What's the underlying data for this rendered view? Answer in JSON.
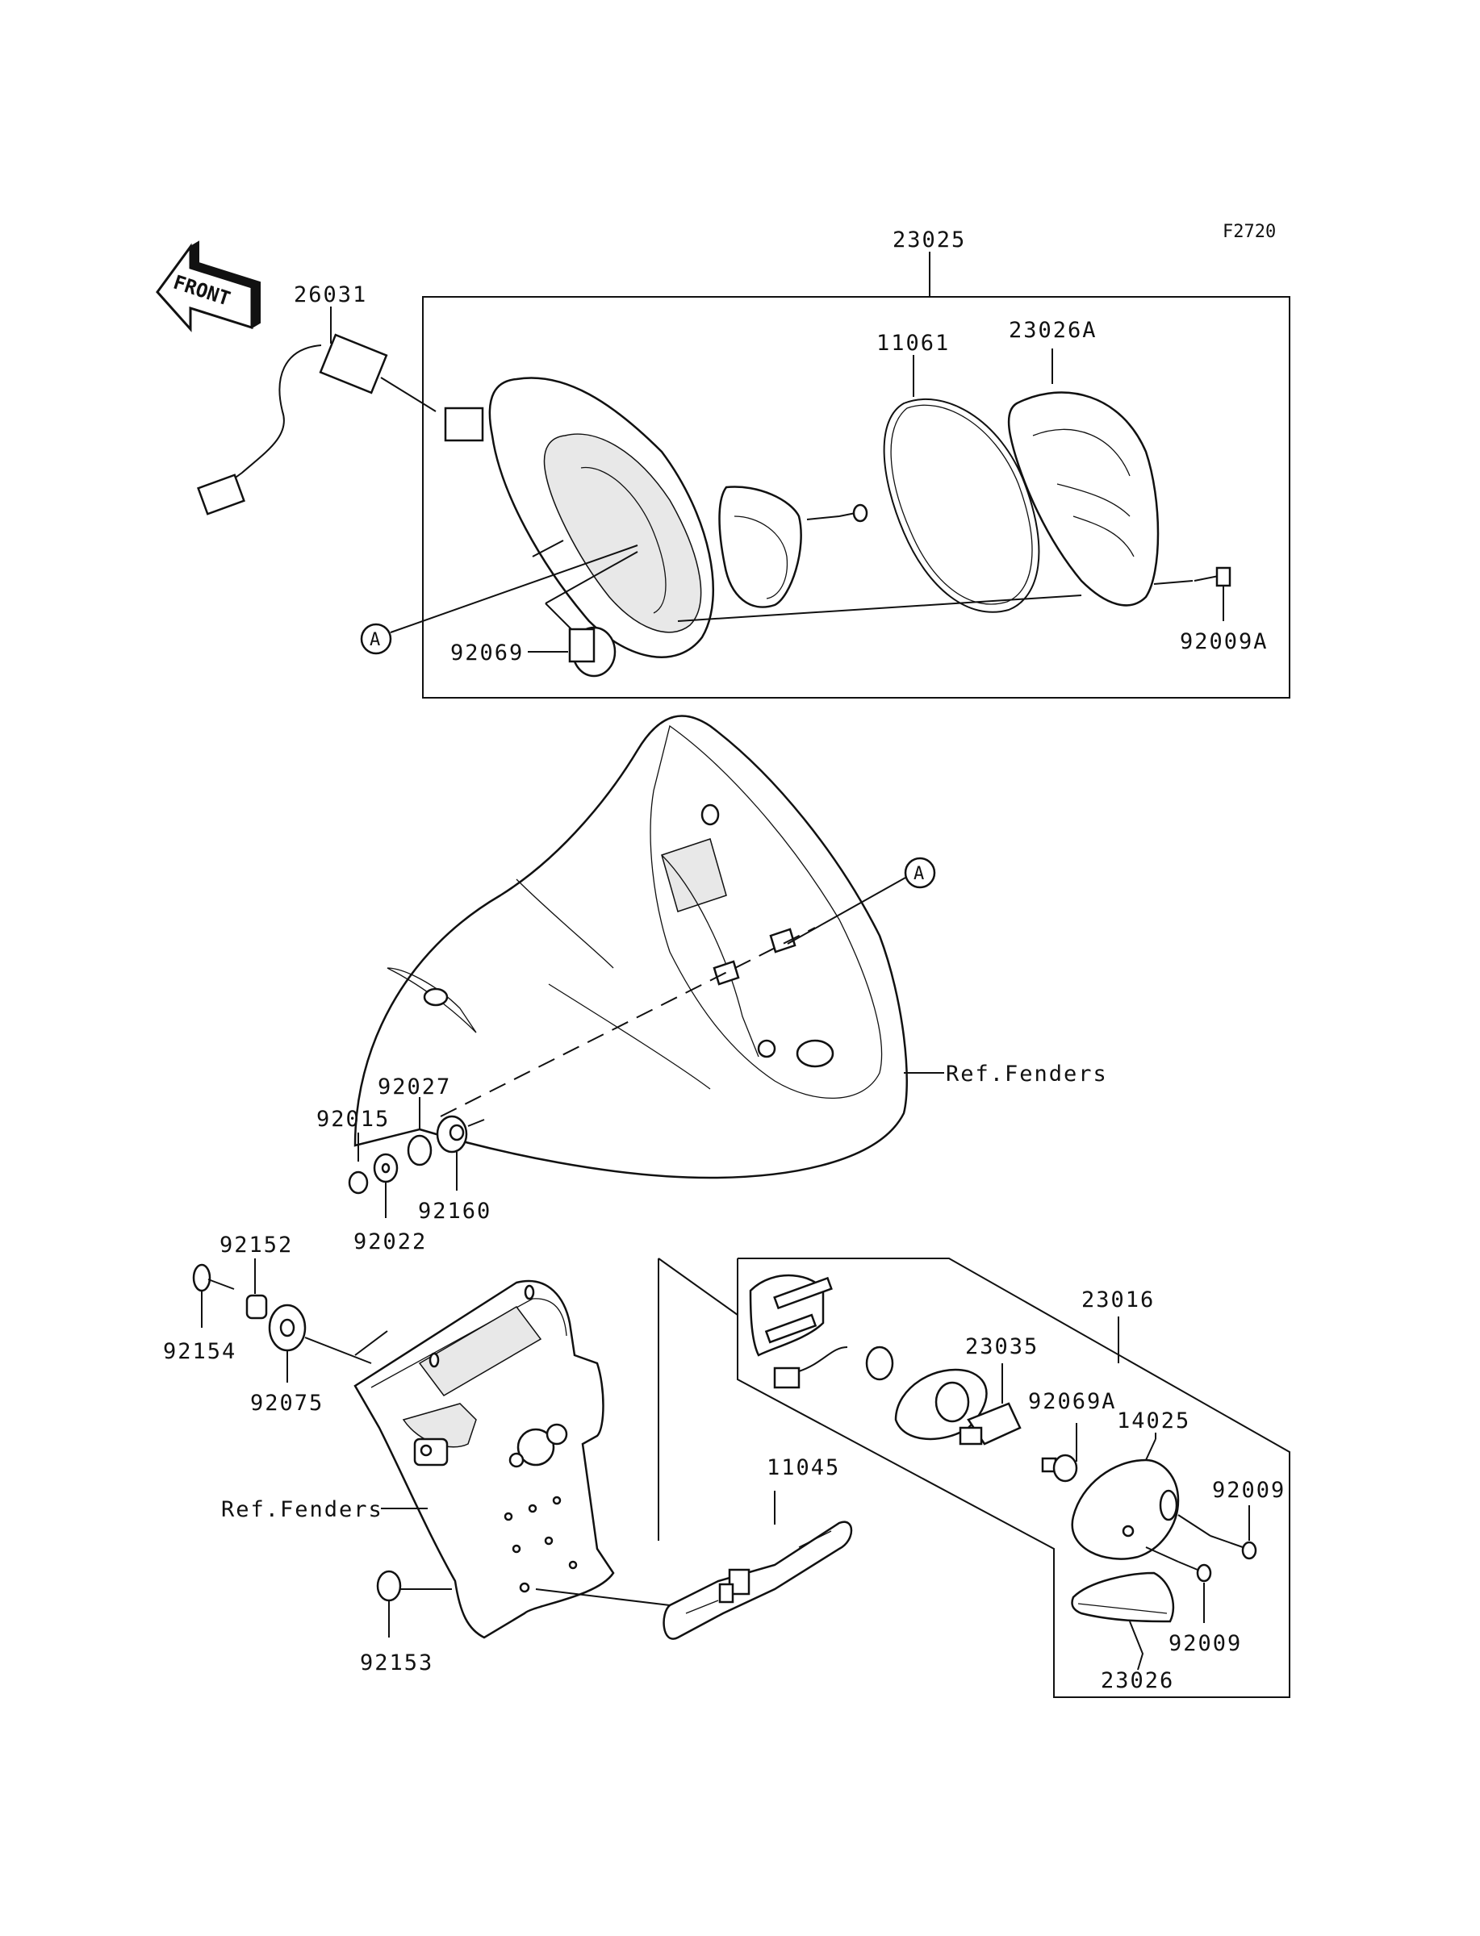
{
  "figure_code": "F2720",
  "front_arrow": {
    "text": "FRONT",
    "icon": "front-arrow-icon"
  },
  "ref_label": "A",
  "parts": {
    "p23025": "23025",
    "p26031": "26031",
    "p11061": "11061",
    "p23026A": "23026A",
    "p92069": "92069",
    "p92009A": "92009A",
    "p92027": "92027",
    "p92015": "92015",
    "p92160": "92160",
    "p92022": "92022",
    "p92152": "92152",
    "p92154": "92154",
    "p92075": "92075",
    "p23016": "23016",
    "p23035": "23035",
    "p92069A": "92069A",
    "p14025": "14025",
    "p92009_top": "92009",
    "p92009_bottom": "92009",
    "p11045": "11045",
    "p92153": "92153",
    "p23026": "23026"
  },
  "refs": {
    "fenders_top": "Ref.Fenders",
    "fenders_bottom": "Ref.Fenders"
  }
}
